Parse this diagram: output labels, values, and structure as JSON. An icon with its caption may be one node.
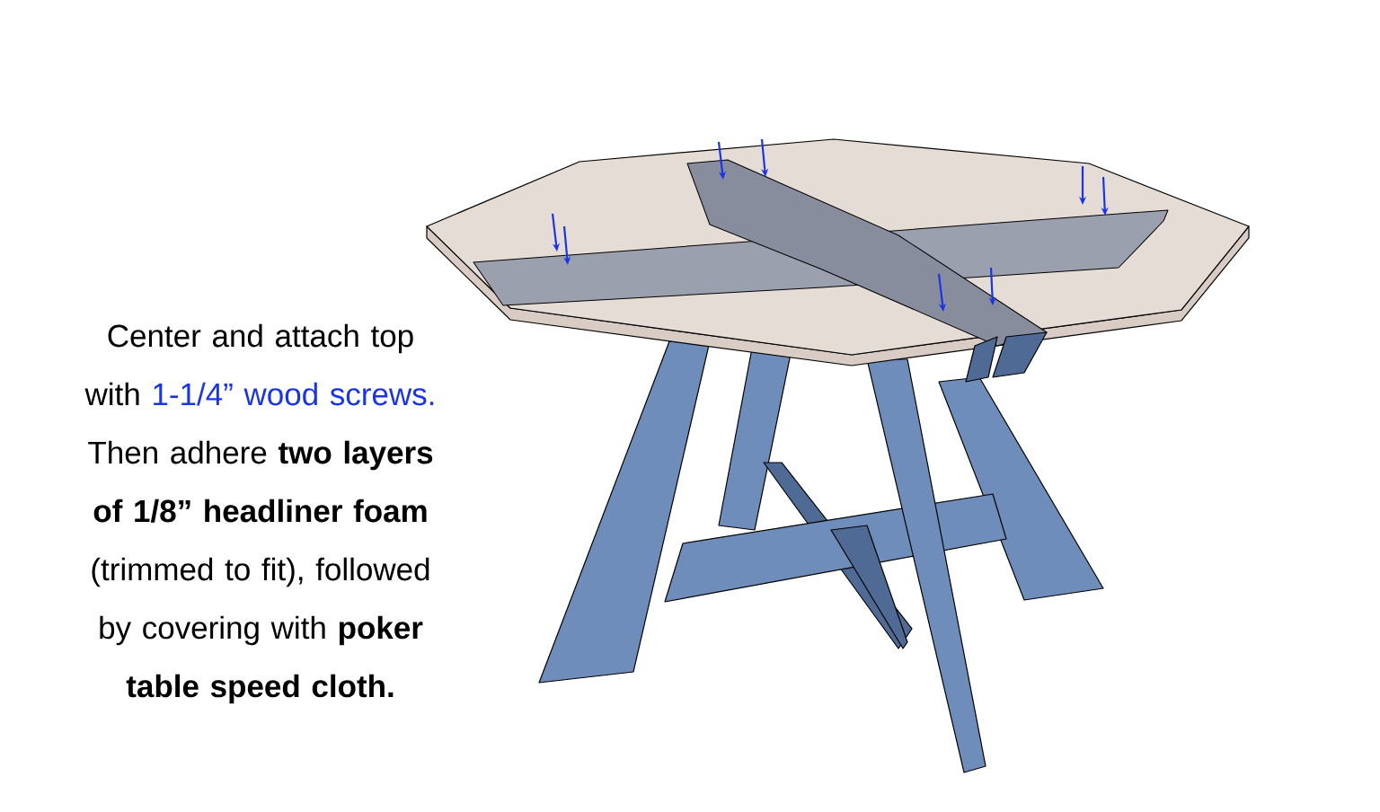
{
  "diagram": {
    "labels": [
      "Center and attach top with",
      "1-1/4” wood screws.",
      "Then adhere **two layers of 1/8” headliner foam** (trimmed to fit), followed by covering with **poker table speed cloth.**"
    ]
  }
}
